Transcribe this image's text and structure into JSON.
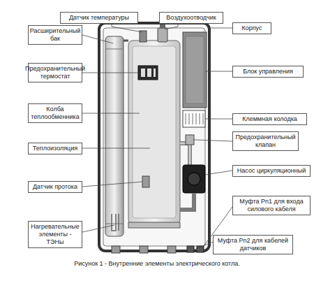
{
  "diagram": {
    "caption": "Рисунок 1 - Внутренние элементы электрического котла.",
    "nodes": [
      {
        "text": [
          "Датчик температуры"
        ]
      },
      {
        "text": [
          "Воздухоотводчик"
        ]
      },
      {
        "text": [
          "Расширительный бак"
        ]
      },
      {
        "text": [
          "Корпус"
        ]
      },
      {
        "text": [
          "Блок управления"
        ]
      },
      {
        "text": [
          "Предохранительный термостат"
        ]
      },
      {
        "text": [
          "Колба теплообменника"
        ]
      },
      {
        "text": [
          "Клеммная колодка"
        ]
      },
      {
        "text": [
          "Предохранительный клапан"
        ]
      },
      {
        "text": [
          "Теплоизоляция"
        ]
      },
      {
        "text": [
          "Насос циркуляционный"
        ]
      },
      {
        "text": [
          "Датчик протока"
        ]
      },
      {
        "text": [
          "Муфта Pn1 для входа силового кабеля"
        ]
      },
      {
        "text": [
          "Нагревательные элементы - ТЭНы"
        ]
      },
      {
        "text": [
          "Муфта Pn2 для кабелей датчиков"
        ]
      }
    ]
  }
}
